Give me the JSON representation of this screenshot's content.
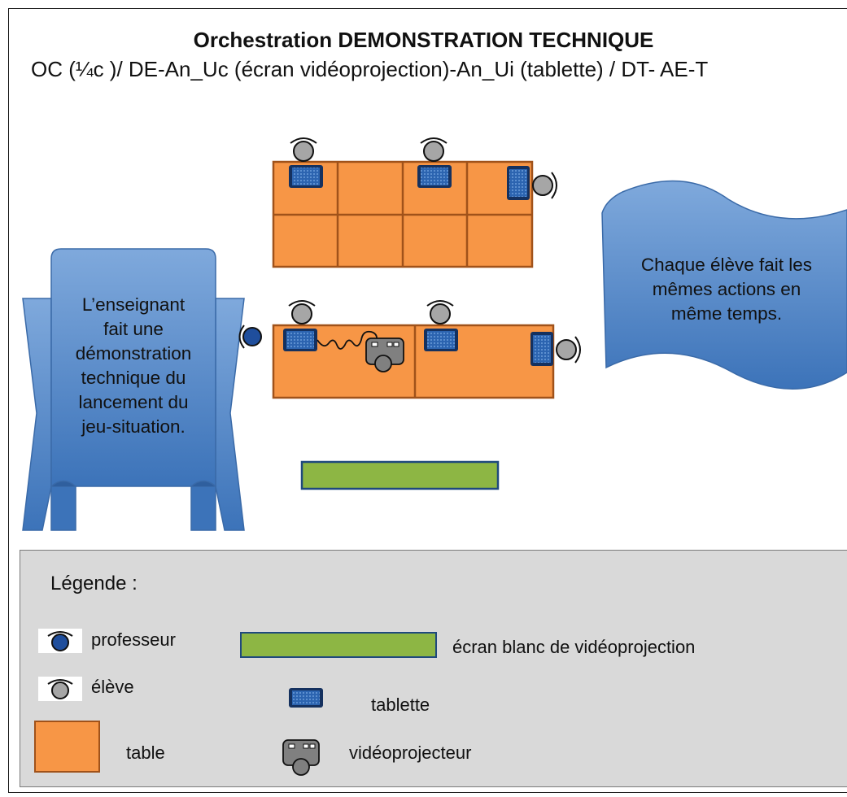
{
  "header": {
    "title": "Orchestration DEMONSTRATION TECHNIQUE",
    "subtitle": "OC (¼c )/ DE-An_Uc (écran vidéoprojection)-An_Ui (tablette) / DT- AE-T"
  },
  "callouts": {
    "teacher_lines": [
      "L’enseignant",
      "fait une",
      "démonstration",
      "technique du",
      "lancement du",
      "jeu-situation."
    ],
    "students_lines": [
      "Chaque élève fait les",
      "mêmes actions en",
      "même temps."
    ]
  },
  "legend": {
    "title": "Légende :",
    "teacher": "professeur",
    "student": "élève",
    "table": "table",
    "screen": "écran blanc de vidéoprojection",
    "tablet": "tablette",
    "projector": "vidéoprojecteur"
  },
  "colors": {
    "table": "#f79646",
    "table_border": "#a0521a",
    "screen": "#8db644",
    "teacher": "#1f4e9c",
    "student": "#a6a6a6",
    "tablet": "#1f5aa6",
    "bubble": "#4a80c4",
    "legend_bg": "#d9d9d9"
  }
}
